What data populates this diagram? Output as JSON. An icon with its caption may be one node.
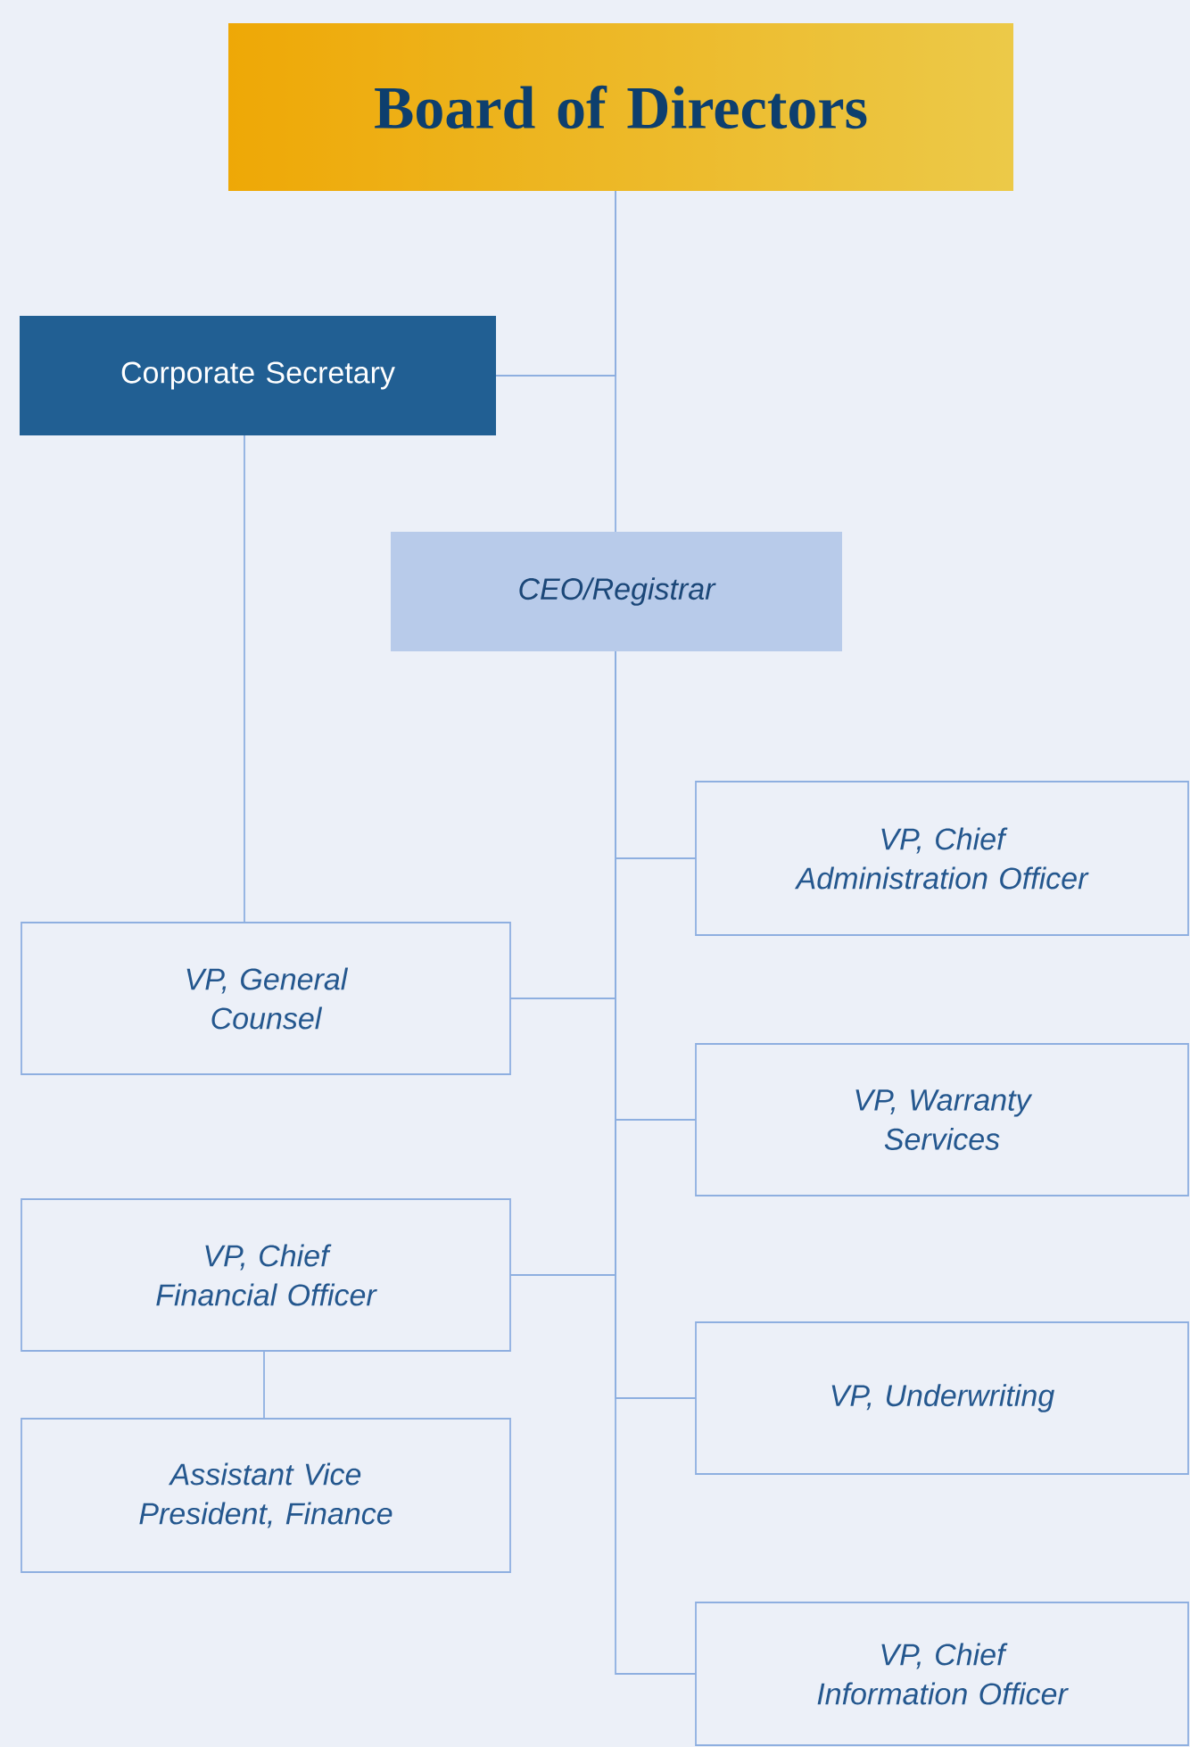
{
  "diagram": {
    "nodes": [
      {
        "text": [
          "Board of Directors"
        ]
      },
      {
        "text": [
          "Corporate Secretary"
        ]
      },
      {
        "text": [
          "CEO/Registrar"
        ]
      },
      {
        "text": [
          "VP, Chief Administration Officer"
        ]
      },
      {
        "text": [
          "VP, General Counsel"
        ]
      },
      {
        "text": [
          "VP, Warranty Services"
        ]
      },
      {
        "text": [
          "VP, Chief Financial Officer"
        ]
      },
      {
        "text": [
          "VP, Underwriting"
        ]
      },
      {
        "text": [
          "Assistant Vice President, Finance"
        ]
      },
      {
        "text": [
          "VP, Chief Information Officer"
        ]
      }
    ],
    "edges": [
      {
        "from": 0,
        "to": 1,
        "arrow": "none"
      },
      {
        "from": 0,
        "to": 2,
        "arrow": "none"
      },
      {
        "from": 1,
        "to": 4,
        "arrow": "none"
      },
      {
        "from": 2,
        "to": 3,
        "arrow": "none"
      },
      {
        "from": 2,
        "to": 4,
        "arrow": "none"
      },
      {
        "from": 2,
        "to": 5,
        "arrow": "none"
      },
      {
        "from": 2,
        "to": 6,
        "arrow": "none"
      },
      {
        "from": 2,
        "to": 7,
        "arrow": "none"
      },
      {
        "from": 2,
        "to": 9,
        "arrow": "none"
      },
      {
        "from": 6,
        "to": 8,
        "arrow": "none"
      }
    ]
  }
}
